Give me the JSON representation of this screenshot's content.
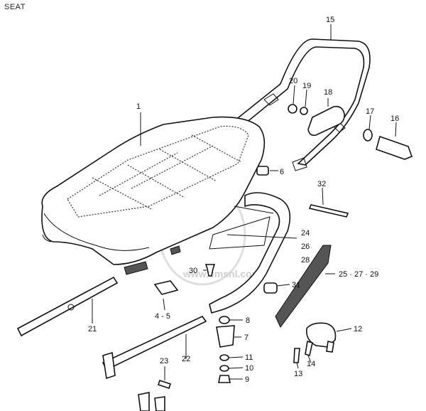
{
  "title": "SEAT",
  "watermark": "www.cmsnl.com",
  "callouts": [
    {
      "id": "c1",
      "text": "1"
    },
    {
      "id": "c15",
      "text": "15"
    },
    {
      "id": "c20",
      "text": "20"
    },
    {
      "id": "c19",
      "text": "19"
    },
    {
      "id": "c18",
      "text": "18"
    },
    {
      "id": "c17",
      "text": "17"
    },
    {
      "id": "c16",
      "text": "16"
    },
    {
      "id": "c6",
      "text": "6"
    },
    {
      "id": "c32",
      "text": "32"
    },
    {
      "id": "c24",
      "text": "24"
    },
    {
      "id": "c26",
      "text": "26"
    },
    {
      "id": "c28",
      "text": "28"
    },
    {
      "id": "c25",
      "text": "25 · 27 · 29"
    },
    {
      "id": "c30",
      "text": "30"
    },
    {
      "id": "c31",
      "text": "31"
    },
    {
      "id": "c45",
      "text": "4 - 5"
    },
    {
      "id": "c8",
      "text": "8"
    },
    {
      "id": "c7",
      "text": "7"
    },
    {
      "id": "c21",
      "text": "21"
    },
    {
      "id": "c22",
      "text": "22"
    },
    {
      "id": "c12",
      "text": "12"
    },
    {
      "id": "c11",
      "text": "11"
    },
    {
      "id": "c10",
      "text": "10"
    },
    {
      "id": "c9",
      "text": "9"
    },
    {
      "id": "c23",
      "text": "23"
    },
    {
      "id": "c14",
      "text": "14"
    },
    {
      "id": "c13",
      "text": "13"
    }
  ]
}
